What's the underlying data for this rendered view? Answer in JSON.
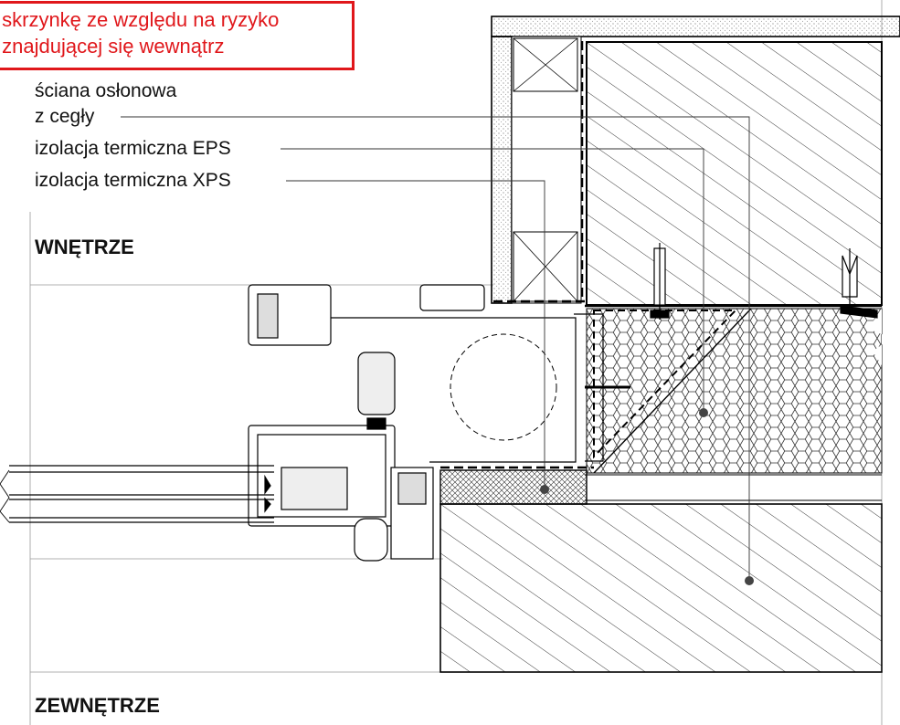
{
  "callout": {
    "line1": "z skrzynkę ze względu na ryzyko",
    "line2": "y znajdującej się wewnątrz",
    "color": "#e0171b"
  },
  "labels": [
    {
      "text": "ściana osłonowa"
    },
    {
      "text": "z cegły"
    },
    {
      "text": "izolacja termiczna EPS"
    },
    {
      "text": "izolacja termiczna XPS"
    }
  ],
  "zones": {
    "interior": "WNĘTRZE",
    "exterior": "ZEWNĘTRZE"
  }
}
